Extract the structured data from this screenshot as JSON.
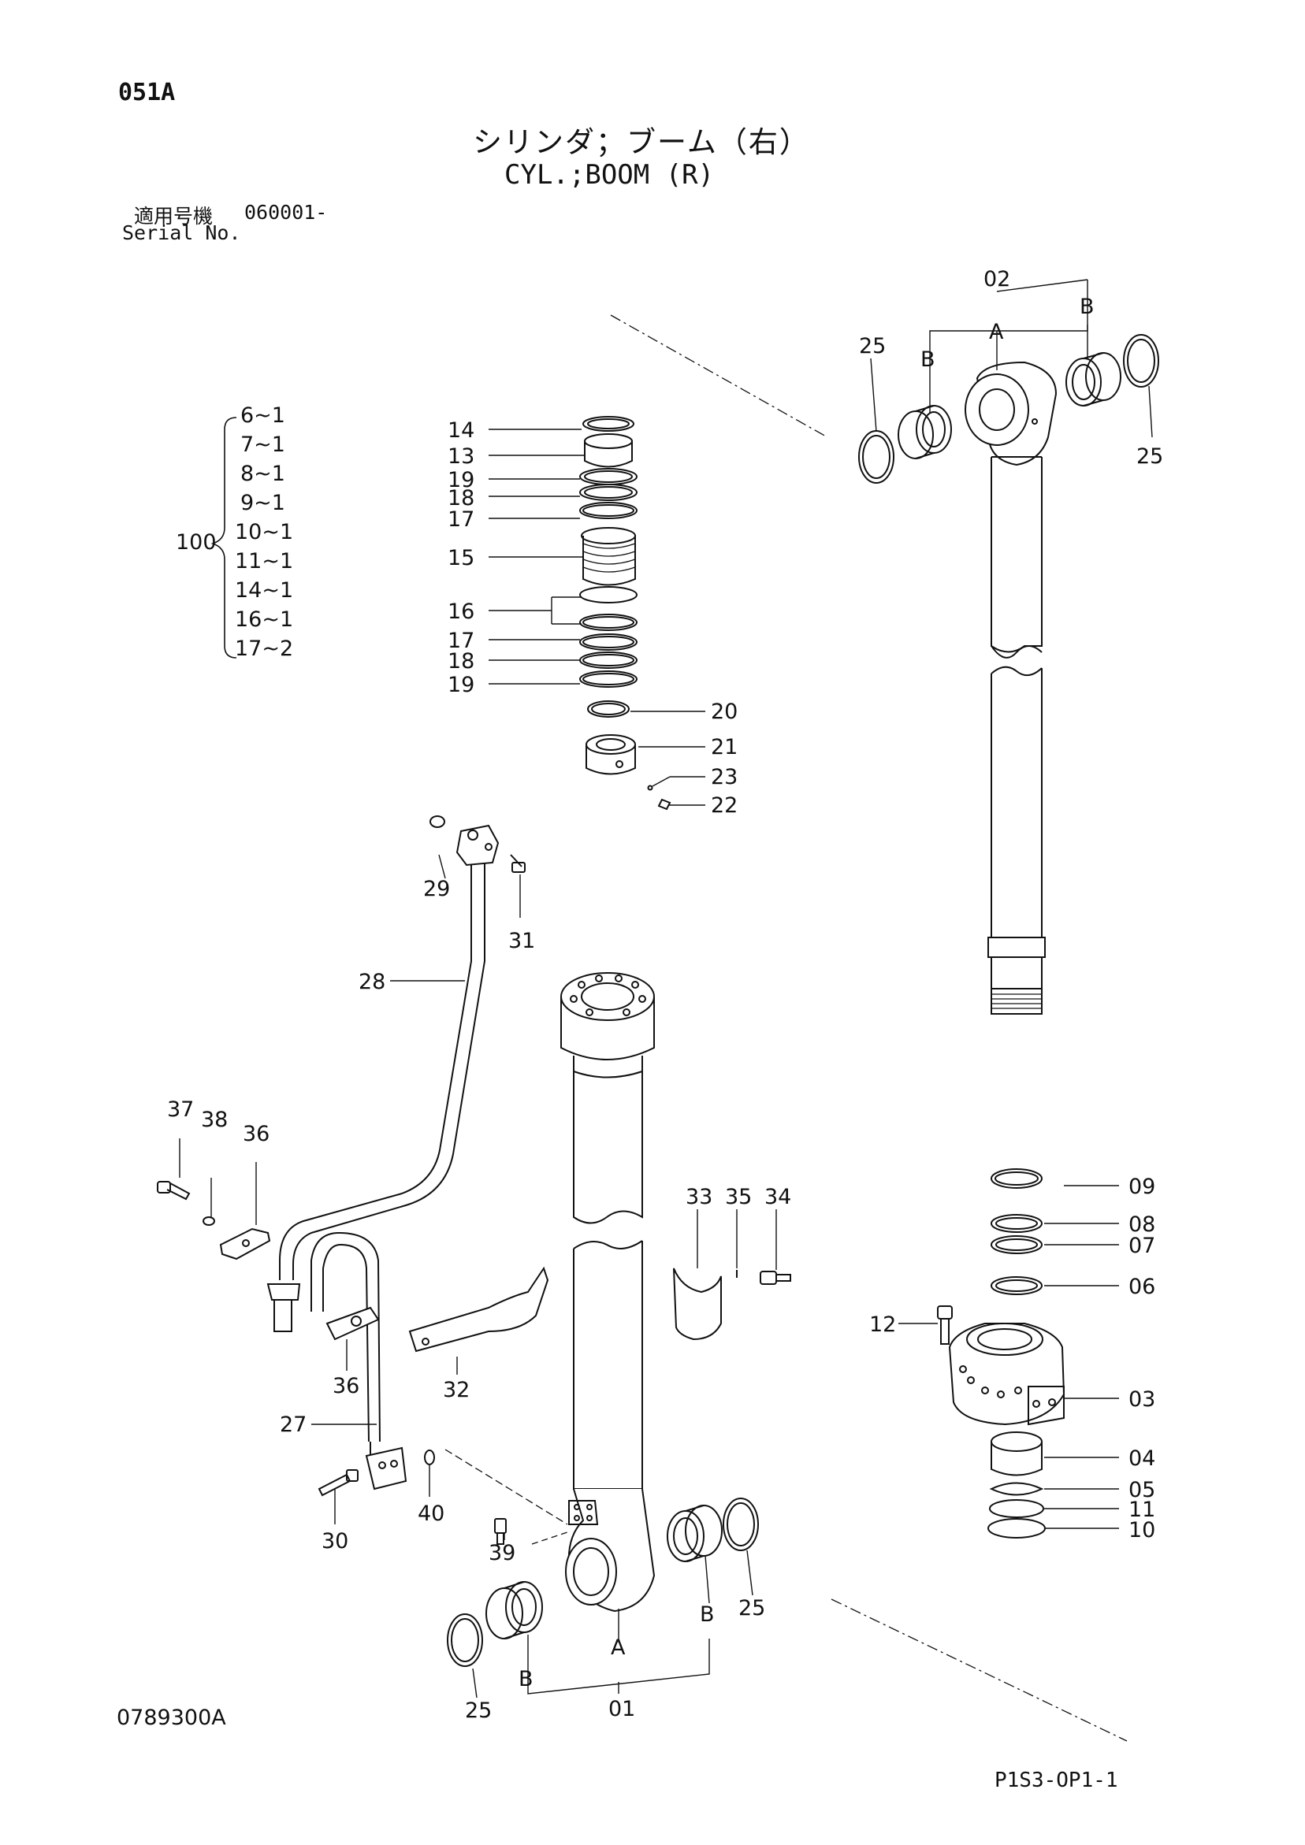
{
  "header": {
    "page_code": "051A",
    "title_jp": "シリンダ；ブーム（右）",
    "title_en": "CYL.;BOOM (R)"
  },
  "serial": {
    "label_jp": "適用号機",
    "value": "060001-",
    "label_en": "Serial No."
  },
  "kit": {
    "number": "100",
    "contents": [
      "6~1",
      "7~1",
      "8~1",
      "9~1",
      "10~1",
      "11~1",
      "14~1",
      "16~1",
      "17~2"
    ]
  },
  "callouts": {
    "c01": "01",
    "c02": "02",
    "c03": "03",
    "c04": "04",
    "c05": "05",
    "c06": "06",
    "c07": "07",
    "c08": "08",
    "c09": "09",
    "c10": "10",
    "c11": "11",
    "c12": "12",
    "c13": "13",
    "c14": "14",
    "c15": "15",
    "c16": "16",
    "c17": "17",
    "c18": "18",
    "c19": "19",
    "c20": "20",
    "c21": "21",
    "c22": "22",
    "c23": "23",
    "c25": "25",
    "c27": "27",
    "c28": "28",
    "c29": "29",
    "c30": "30",
    "c31": "31",
    "c32": "32",
    "c33": "33",
    "c34": "34",
    "c35": "35",
    "c36": "36",
    "c37": "37",
    "c38": "38",
    "c39": "39",
    "c40": "40",
    "sub_a": "A",
    "sub_b": "B"
  },
  "footer": {
    "drawing_number": "0789300A",
    "page_ref": "P1S3-OP1-1"
  }
}
